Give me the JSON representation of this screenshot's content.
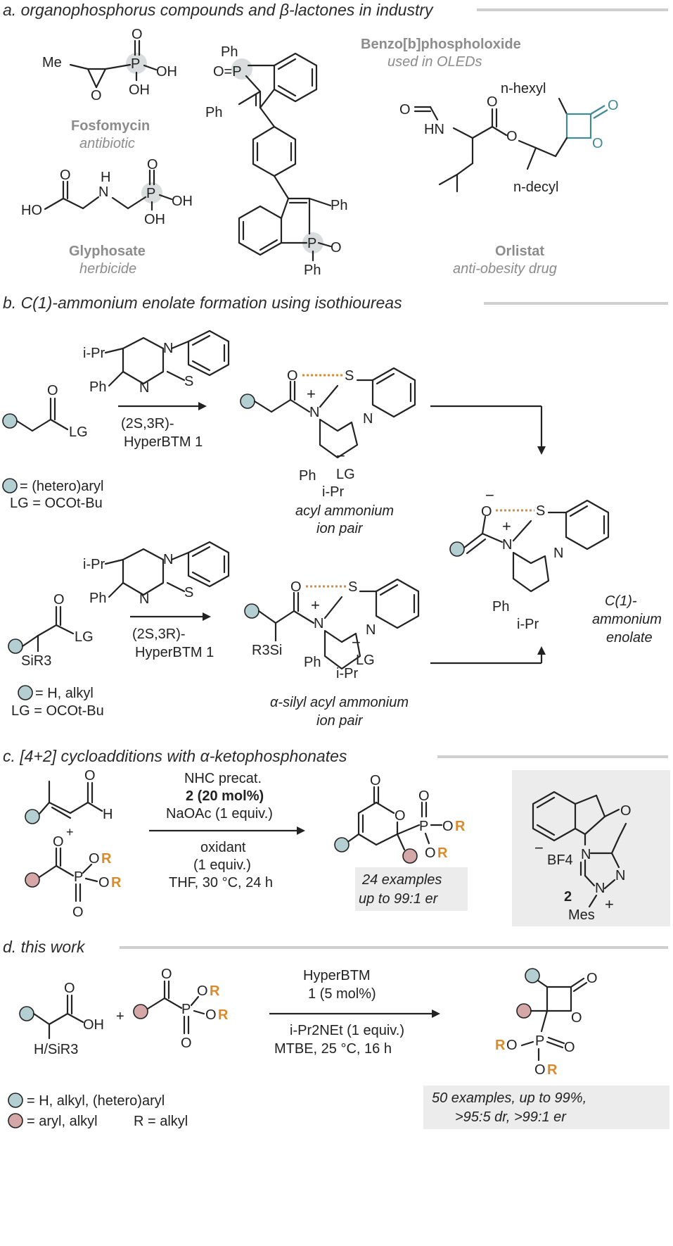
{
  "sections": {
    "a": {
      "title": "a. organophosphorus compounds and β-lactones in industry"
    },
    "b": {
      "title": "b. C(1)-ammonium enolate formation using isothioureas"
    },
    "c": {
      "title": "c. [4+2] cycloadditions with α-ketophosphonates"
    },
    "d": {
      "title": "d. this work"
    }
  },
  "compounds": {
    "fosfomycin": {
      "name": "Fosfomycin",
      "use": "antibiotic"
    },
    "glyphosate": {
      "name": "Glyphosate",
      "use": "herbicide"
    },
    "benzophospholoxide": {
      "name": "Benzo[b]phospholoxide",
      "use": "used in OLEDs"
    },
    "orlistat": {
      "name": "Orlistat",
      "use": "anti-obesity drug"
    }
  },
  "atoms": {
    "me": "Me",
    "o": "O",
    "oh": "OH",
    "p": "P",
    "ho": "HO",
    "h": "H",
    "n": "N",
    "s": "S",
    "ph": "Ph",
    "po": "P=O",
    "o_p": "O=P",
    "hn": "HN",
    "nhexyl": "n-hexyl",
    "ndecyl": "n-decyl",
    "ipr": "i-Pr",
    "lg": "LG",
    "r3si": "R3Si",
    "sir3": "SiR3",
    "hsir3": "H/SiR3",
    "bf4": "BF4",
    "mes": "Mes",
    "r": "R",
    "plus": "+",
    "minus": "−",
    "num2": "2"
  },
  "scheme_b": {
    "reagent_line1": "(2S,3R)-",
    "reagent_line2": "HyperBTM 1",
    "legend1_a": "= (hetero)aryl",
    "legend1_b": "LG = OCOt-Bu",
    "legend2_a": "= H, alkyl",
    "legend2_b": "LG = OCOt-Bu",
    "acyl_l1": "acyl ammonium",
    "acyl_l2": "ion pair",
    "silyl_l1": "α-silyl acyl ammonium",
    "silyl_l2": "ion pair",
    "enolate_l1": "C(1)-",
    "enolate_l2": "ammonium",
    "enolate_l3": "enolate"
  },
  "scheme_c": {
    "cond1": "NHC precat.",
    "cond2": "2 (20 mol%)",
    "cond3": "NaOAc (1 equiv.)",
    "cond4": "oxidant",
    "cond5": "(1 equiv.)",
    "cond6": "THF, 30 °C, 24 h",
    "result1": "24 examples",
    "result2": "up to 99:1 er"
  },
  "scheme_d": {
    "cond1": "HyperBTM",
    "cond2": "1 (5 mol%)",
    "cond3": "i-Pr2NEt (1 equiv.)",
    "cond4": "MTBE, 25 °C, 16 h",
    "legend1": "= H, alkyl, (hetero)aryl",
    "legend2": "= aryl, alkyl",
    "legend3": "R = alkyl",
    "result1": "50 examples, up to 99%,",
    "result2": ">95:5 dr, >99:1 er"
  },
  "colors": {
    "teal_dot": "#b4cfd1",
    "red_dot": "#d6a7a7",
    "orange": "#d98a2a",
    "teal_bond": "#3e8b94"
  }
}
